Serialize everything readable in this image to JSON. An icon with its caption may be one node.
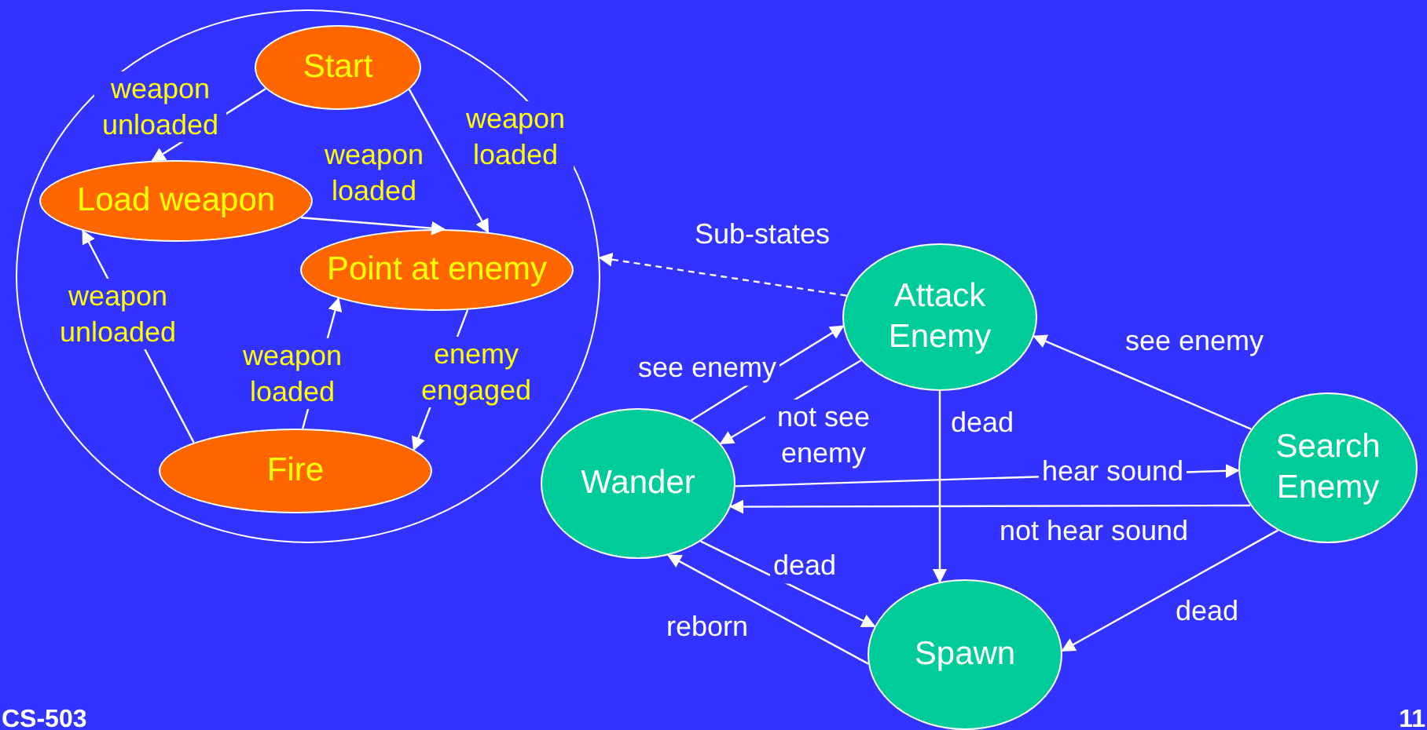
{
  "diagram": {
    "nodes": [
      {
        "text": [],
        "shape": "circle"
      },
      {
        "text": [
          "Start"
        ],
        "in": 0
      },
      {
        "text": [
          "Load weapon"
        ],
        "in": 0
      },
      {
        "text": [
          "Point at enemy"
        ],
        "in": 0
      },
      {
        "text": [
          "Fire"
        ],
        "in": 0
      },
      {
        "text": [
          "Attack Enemy"
        ]
      },
      {
        "text": [
          "Wander"
        ]
      },
      {
        "text": [
          "Search Enemy"
        ]
      },
      {
        "text": [
          "Spawn"
        ]
      }
    ],
    "edges": [
      {
        "from": 1,
        "to": 2,
        "arrow": "to",
        "label": "weapon unloaded"
      },
      {
        "from": 1,
        "to": 3,
        "arrow": "to",
        "label": "weapon loaded"
      },
      {
        "from": 2,
        "to": 3,
        "arrow": "to",
        "label": "weapon loaded"
      },
      {
        "from": 4,
        "to": 2,
        "arrow": "to",
        "label": "weapon unloaded"
      },
      {
        "from": 4,
        "to": 3,
        "arrow": "to",
        "label": "weapon loaded"
      },
      {
        "from": 3,
        "to": 4,
        "arrow": "to",
        "label": "enemy engaged"
      },
      {
        "from": 5,
        "to": 0,
        "arrow": "to",
        "label": "Sub-states",
        "style": "dashed"
      },
      {
        "from": 6,
        "to": 5,
        "arrow": "to",
        "label": "see enemy"
      },
      {
        "from": 5,
        "to": 6,
        "arrow": "to",
        "label": "not see enemy"
      },
      {
        "from": 5,
        "to": 8,
        "arrow": "to",
        "label": "dead"
      },
      {
        "from": 7,
        "to": 5,
        "arrow": "to",
        "label": "see enemy"
      },
      {
        "from": 6,
        "to": 7,
        "arrow": "to",
        "label": "hear sound"
      },
      {
        "from": 7,
        "to": 6,
        "arrow": "to",
        "label": "not hear sound"
      },
      {
        "from": 6,
        "to": 8,
        "arrow": "to",
        "label": "dead"
      },
      {
        "from": 8,
        "to": 6,
        "arrow": "to",
        "label": "reborn"
      },
      {
        "from": 7,
        "to": 8,
        "arrow": "to",
        "label": "dead"
      }
    ],
    "labels": [
      "CS-503",
      "11"
    ]
  }
}
